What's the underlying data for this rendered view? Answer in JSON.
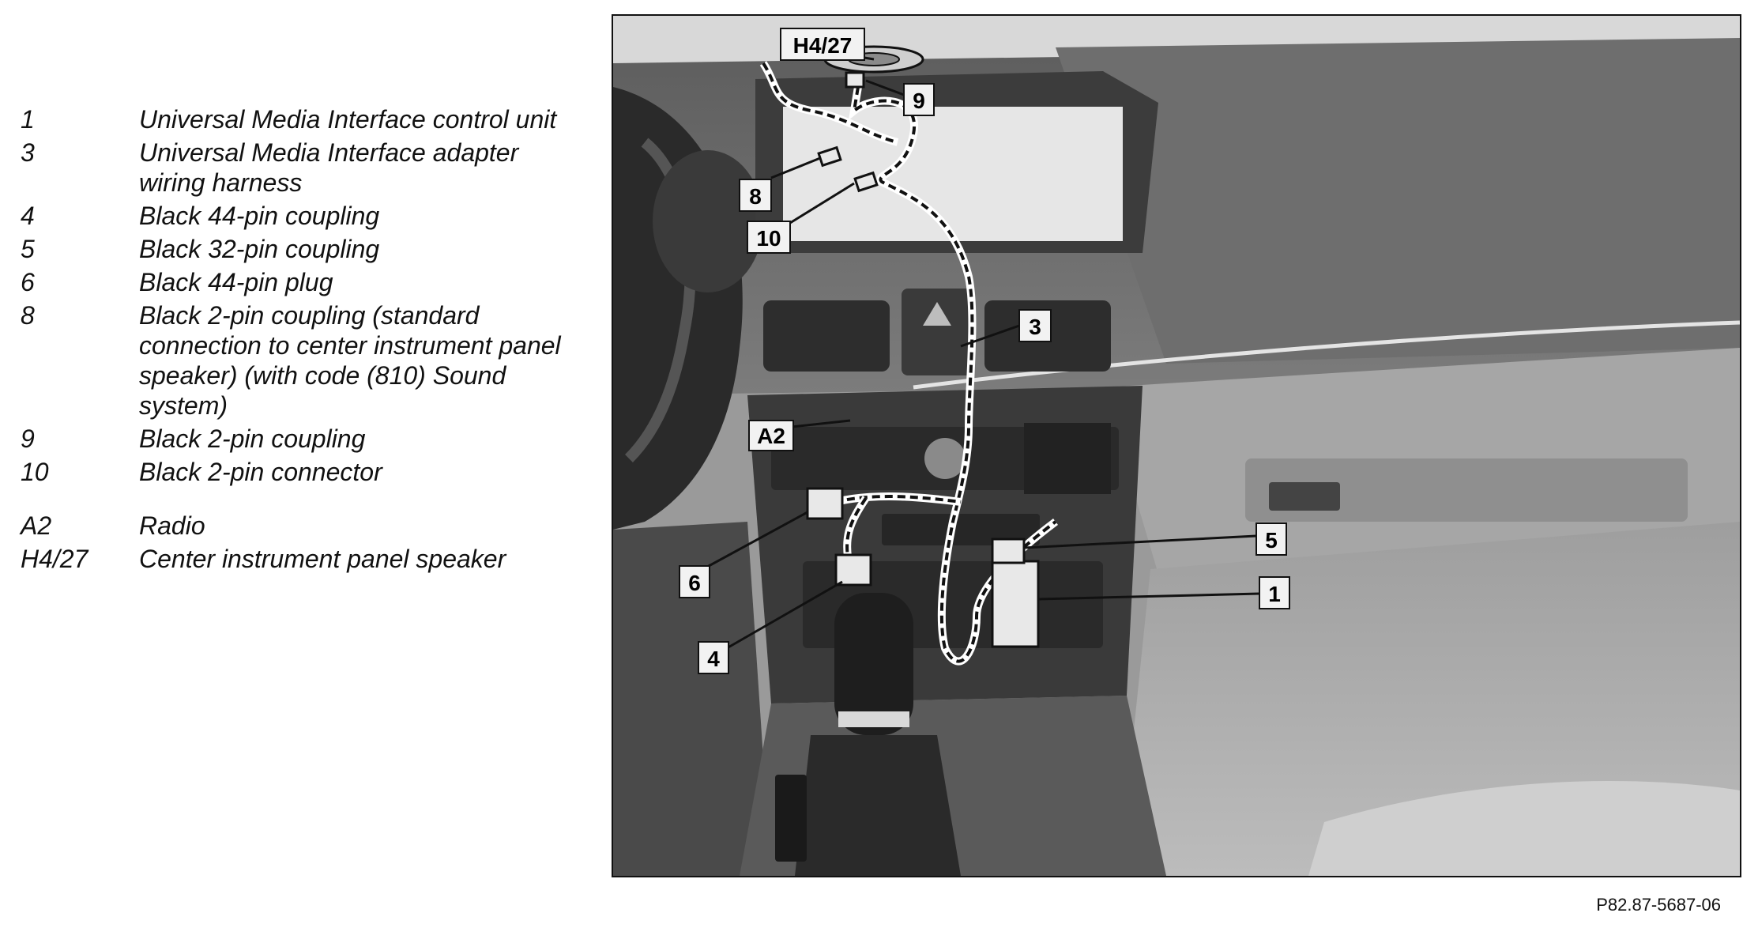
{
  "legend": {
    "items": [
      {
        "key": "1",
        "text": "Universal Media Interface control unit"
      },
      {
        "key": "3",
        "text": "Universal Media Interface adapter wiring harness"
      },
      {
        "key": "4",
        "text": "Black 44-pin coupling"
      },
      {
        "key": "5",
        "text": "Black 32-pin coupling"
      },
      {
        "key": "6",
        "text": "Black 44-pin plug"
      },
      {
        "key": "8",
        "text": "Black 2-pin coupling (standard connection to center instrument panel speaker) (with code (810) Sound system)"
      },
      {
        "key": "9",
        "text": "Black 2-pin coupling"
      },
      {
        "key": "10",
        "text": "Black 2-pin connector"
      }
    ],
    "extra_items": [
      {
        "key": "A2",
        "text": "Radio"
      },
      {
        "key": "H4/27",
        "text": "Center instrument panel speaker"
      }
    ]
  },
  "callouts": {
    "h4_27": "H4/27",
    "c9": "9",
    "c8": "8",
    "c10": "10",
    "c3": "3",
    "a2": "A2",
    "c5": "5",
    "c1": "1",
    "c6": "6",
    "c4": "4"
  },
  "figure_ref": "P82.87-5687-06"
}
